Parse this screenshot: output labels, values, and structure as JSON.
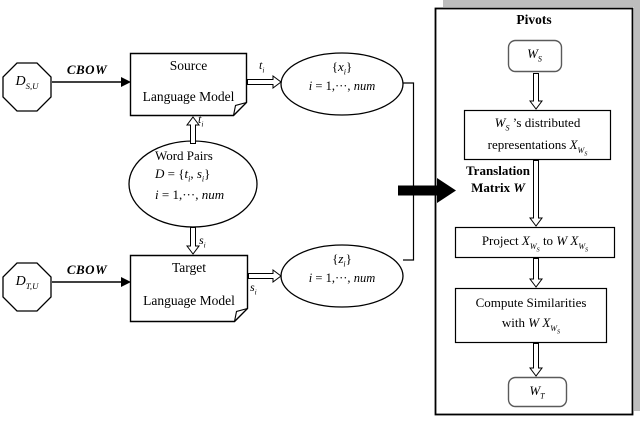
{
  "colors": {
    "ink": "#000000",
    "shadow": "#bdbdbd",
    "box_fill": "#ffffff",
    "rounded_border": "#5a5a5a"
  },
  "left": {
    "octagon_source_label": [
      {
        "i": "D"
      },
      {
        "s": "S,U"
      }
    ],
    "octagon_target_label": [
      {
        "i": "D"
      },
      {
        "s": "T,U"
      }
    ],
    "cbow_top": "CBOW",
    "cbow_bottom": "CBOW",
    "source_lm_line1": "Source",
    "source_lm_line2": "Language Model",
    "target_lm_line1": "Target",
    "target_lm_line2": "Language Model",
    "word_pairs_line1": "Word Pairs",
    "word_pairs_line2": [
      {
        "i": "D"
      },
      {
        "t": " = {"
      },
      {
        "i": "t"
      },
      {
        "s": "i"
      },
      {
        "t": ", "
      },
      {
        "i": "s"
      },
      {
        "s": "i"
      },
      {
        "t": "}"
      }
    ],
    "word_pairs_line3": [
      {
        "i": "i"
      },
      {
        "t": " = 1,···, "
      },
      {
        "i": "num"
      }
    ],
    "x_set_line1": [
      {
        "t": "{"
      },
      {
        "i": "x"
      },
      {
        "s": "i"
      },
      {
        "t": "}"
      }
    ],
    "x_set_line2": [
      {
        "i": "i"
      },
      {
        "t": " = 1,···, "
      },
      {
        "i": "num"
      }
    ],
    "z_set_line1": [
      {
        "t": "{"
      },
      {
        "i": "z"
      },
      {
        "s": "i"
      },
      {
        "t": "}"
      }
    ],
    "z_set_line2": [
      {
        "i": "i"
      },
      {
        "t": " = 1,···, "
      },
      {
        "i": "num"
      }
    ],
    "label_t_vertical": [
      {
        "i": "t"
      },
      {
        "s": "i"
      }
    ],
    "label_t_horizontal": [
      {
        "i": "t"
      },
      {
        "s": "i"
      }
    ],
    "label_s_vertical": [
      {
        "i": "s"
      },
      {
        "s": "i"
      }
    ],
    "label_s_horizontal": [
      {
        "i": "s"
      },
      {
        "s": "i"
      }
    ]
  },
  "translation": {
    "line1": "Translation",
    "line2": [
      {
        "t": "Matrix "
      },
      {
        "i": "W"
      }
    ]
  },
  "panel": {
    "title": "Pivots",
    "ws_label": [
      {
        "i": "W"
      },
      {
        "s": "S"
      }
    ],
    "dist_line1": [
      {
        "i": "W"
      },
      {
        "s": "S"
      },
      {
        "t": " ’s distributed"
      }
    ],
    "dist_line2": [
      {
        "t": "representations  "
      },
      {
        "i": "X"
      },
      {
        "s": "W"
      },
      {
        "ss": "S"
      }
    ],
    "project_line": [
      {
        "t": "Project  "
      },
      {
        "i": "X"
      },
      {
        "s": "W"
      },
      {
        "ss": "S"
      },
      {
        "t": "  to "
      },
      {
        "i": "W X"
      },
      {
        "s": "W"
      },
      {
        "ss": "S"
      }
    ],
    "compute_line1": "Compute Similarities",
    "compute_line2": [
      {
        "t": "with "
      },
      {
        "i": "W X"
      },
      {
        "s": "W"
      },
      {
        "ss": "S"
      }
    ],
    "wt_label": [
      {
        "i": "W"
      },
      {
        "s": "T"
      }
    ]
  }
}
